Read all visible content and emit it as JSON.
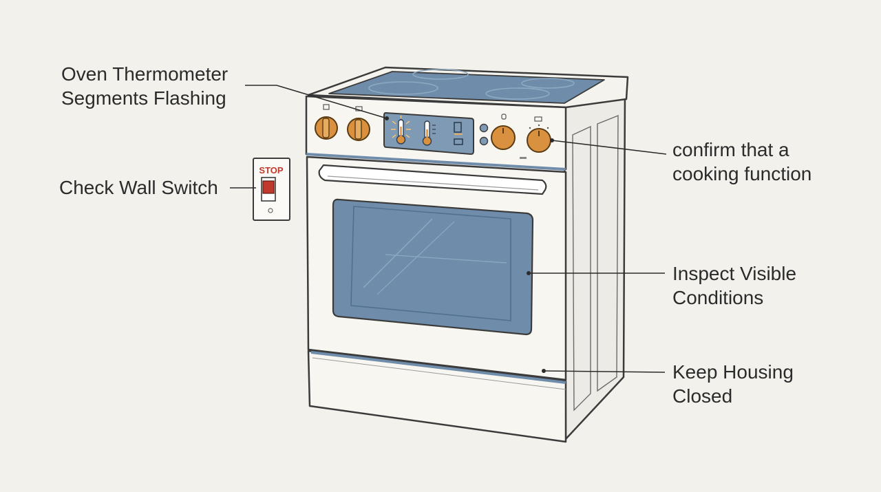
{
  "callouts": {
    "oven_thermometer": {
      "line1": "Oven Thermometer",
      "line2": "Segments Flashing"
    },
    "wall_switch": {
      "line1": "Check Wall Switch"
    },
    "cooking_function": {
      "line1": "confirm that a",
      "line2": "cooking function"
    },
    "visible_conditions": {
      "line1": "Inspect Visible",
      "line2": "Conditions"
    },
    "housing": {
      "line1": "Keep Housing",
      "line2": "Closed"
    }
  },
  "wall_switch_sign": "STOP",
  "colors": {
    "background": "#f2f1ec",
    "outline": "#3b3b3b",
    "body": "#f7f6f1",
    "glass_blue": "#6f8dab",
    "knob_orange": "#d9913f",
    "stop_red": "#c0392b"
  }
}
